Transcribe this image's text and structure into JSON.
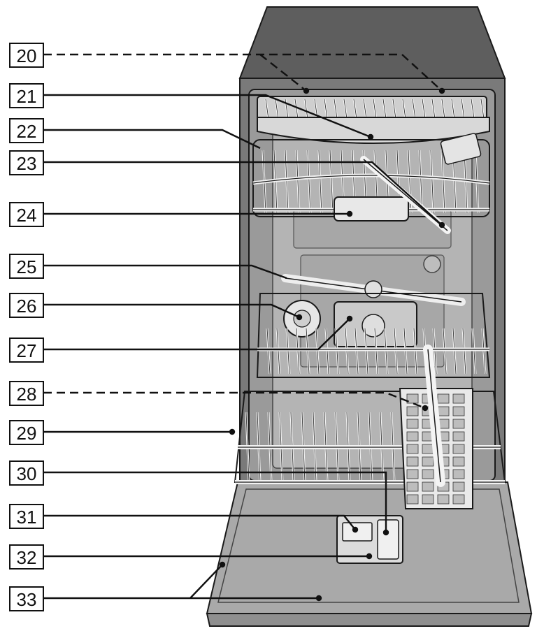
{
  "diagram": {
    "callouts": [
      {
        "number": "20",
        "style": "dashed"
      },
      {
        "number": "21",
        "style": "solid"
      },
      {
        "number": "22",
        "style": "solid"
      },
      {
        "number": "23",
        "style": "solid"
      },
      {
        "number": "24",
        "style": "solid"
      },
      {
        "number": "25",
        "style": "solid"
      },
      {
        "number": "26",
        "style": "solid"
      },
      {
        "number": "27",
        "style": "solid"
      },
      {
        "number": "28",
        "style": "dashed"
      },
      {
        "number": "29",
        "style": "solid"
      },
      {
        "number": "30",
        "style": "solid"
      },
      {
        "number": "31",
        "style": "solid"
      },
      {
        "number": "32",
        "style": "solid"
      },
      {
        "number": "33",
        "style": "solid"
      }
    ],
    "colors": {
      "cabinet_top": "#5e5e5e",
      "cabinet_side": "#7a7a7a",
      "interior": "#9a9a9a",
      "interior_back": "#b4b4b4",
      "rack_wire": "#f2f2f2",
      "door": "#a9a9a9",
      "outline": "#1a1a1a"
    }
  }
}
